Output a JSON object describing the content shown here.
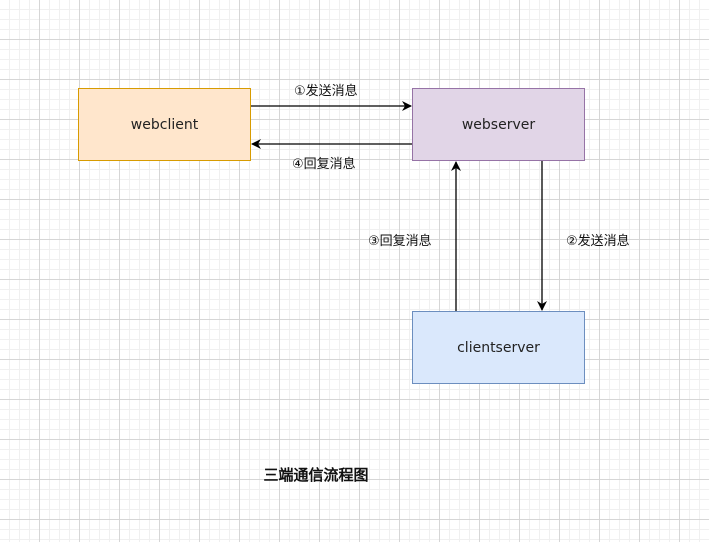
{
  "diagram": {
    "title": "三端通信流程图",
    "nodes": [
      {
        "id": "webclient",
        "label": "webclient",
        "fill": "#ffe6cc",
        "stroke": "#d79b00"
      },
      {
        "id": "webserver",
        "label": "webserver",
        "fill": "#e1d5e7",
        "stroke": "#9673a6"
      },
      {
        "id": "clientserver",
        "label": "clientserver",
        "fill": "#dae8fc",
        "stroke": "#6c8ebf"
      }
    ],
    "edges": [
      {
        "from": "webclient",
        "to": "webserver",
        "label": "①发送消息"
      },
      {
        "from": "webserver",
        "to": "clientserver",
        "label": "②发送消息"
      },
      {
        "from": "clientserver",
        "to": "webserver",
        "label": "③回复消息"
      },
      {
        "from": "webserver",
        "to": "webclient",
        "label": "④回复消息"
      }
    ]
  }
}
